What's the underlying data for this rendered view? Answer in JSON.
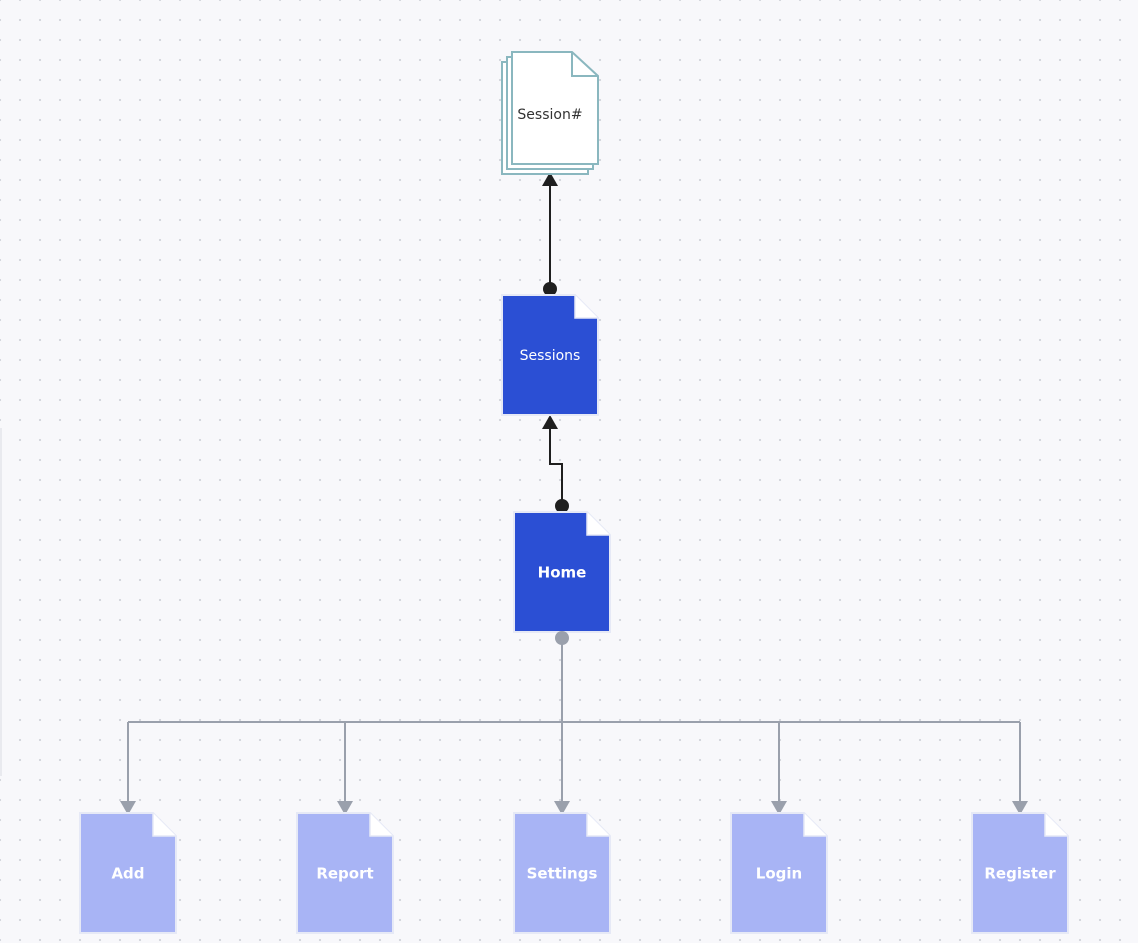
{
  "diagram": {
    "title": "",
    "nodes": {
      "session_item": {
        "label": "Session#",
        "style": "stacked-document"
      },
      "sessions": {
        "label": "Sessions",
        "style": "document-dark"
      },
      "home": {
        "label": "Home",
        "style": "document-dark"
      },
      "add": {
        "label": "Add",
        "style": "document-light"
      },
      "report": {
        "label": "Report",
        "style": "document-light"
      },
      "settings": {
        "label": "Settings",
        "style": "document-light"
      },
      "login": {
        "label": "Login",
        "style": "document-light"
      },
      "register": {
        "label": "Register",
        "style": "document-light"
      }
    },
    "edges": [
      {
        "from": "sessions",
        "to": "session_item",
        "style": "dark-arrow"
      },
      {
        "from": "home",
        "to": "sessions",
        "style": "dark-arrow"
      },
      {
        "from": "home",
        "to": "add",
        "style": "gray-arrow"
      },
      {
        "from": "home",
        "to": "report",
        "style": "gray-arrow"
      },
      {
        "from": "home",
        "to": "settings",
        "style": "gray-arrow"
      },
      {
        "from": "home",
        "to": "login",
        "style": "gray-arrow"
      },
      {
        "from": "home",
        "to": "register",
        "style": "gray-arrow"
      }
    ],
    "colors": {
      "dark_fill": "#2b4fd4",
      "light_fill": "#a8b4f5",
      "stack_stroke": "#8ab7bf",
      "dark_edge": "#1f1f1f",
      "gray_edge": "#9aa0ac",
      "canvas_bg": "#f8f8fb"
    }
  }
}
